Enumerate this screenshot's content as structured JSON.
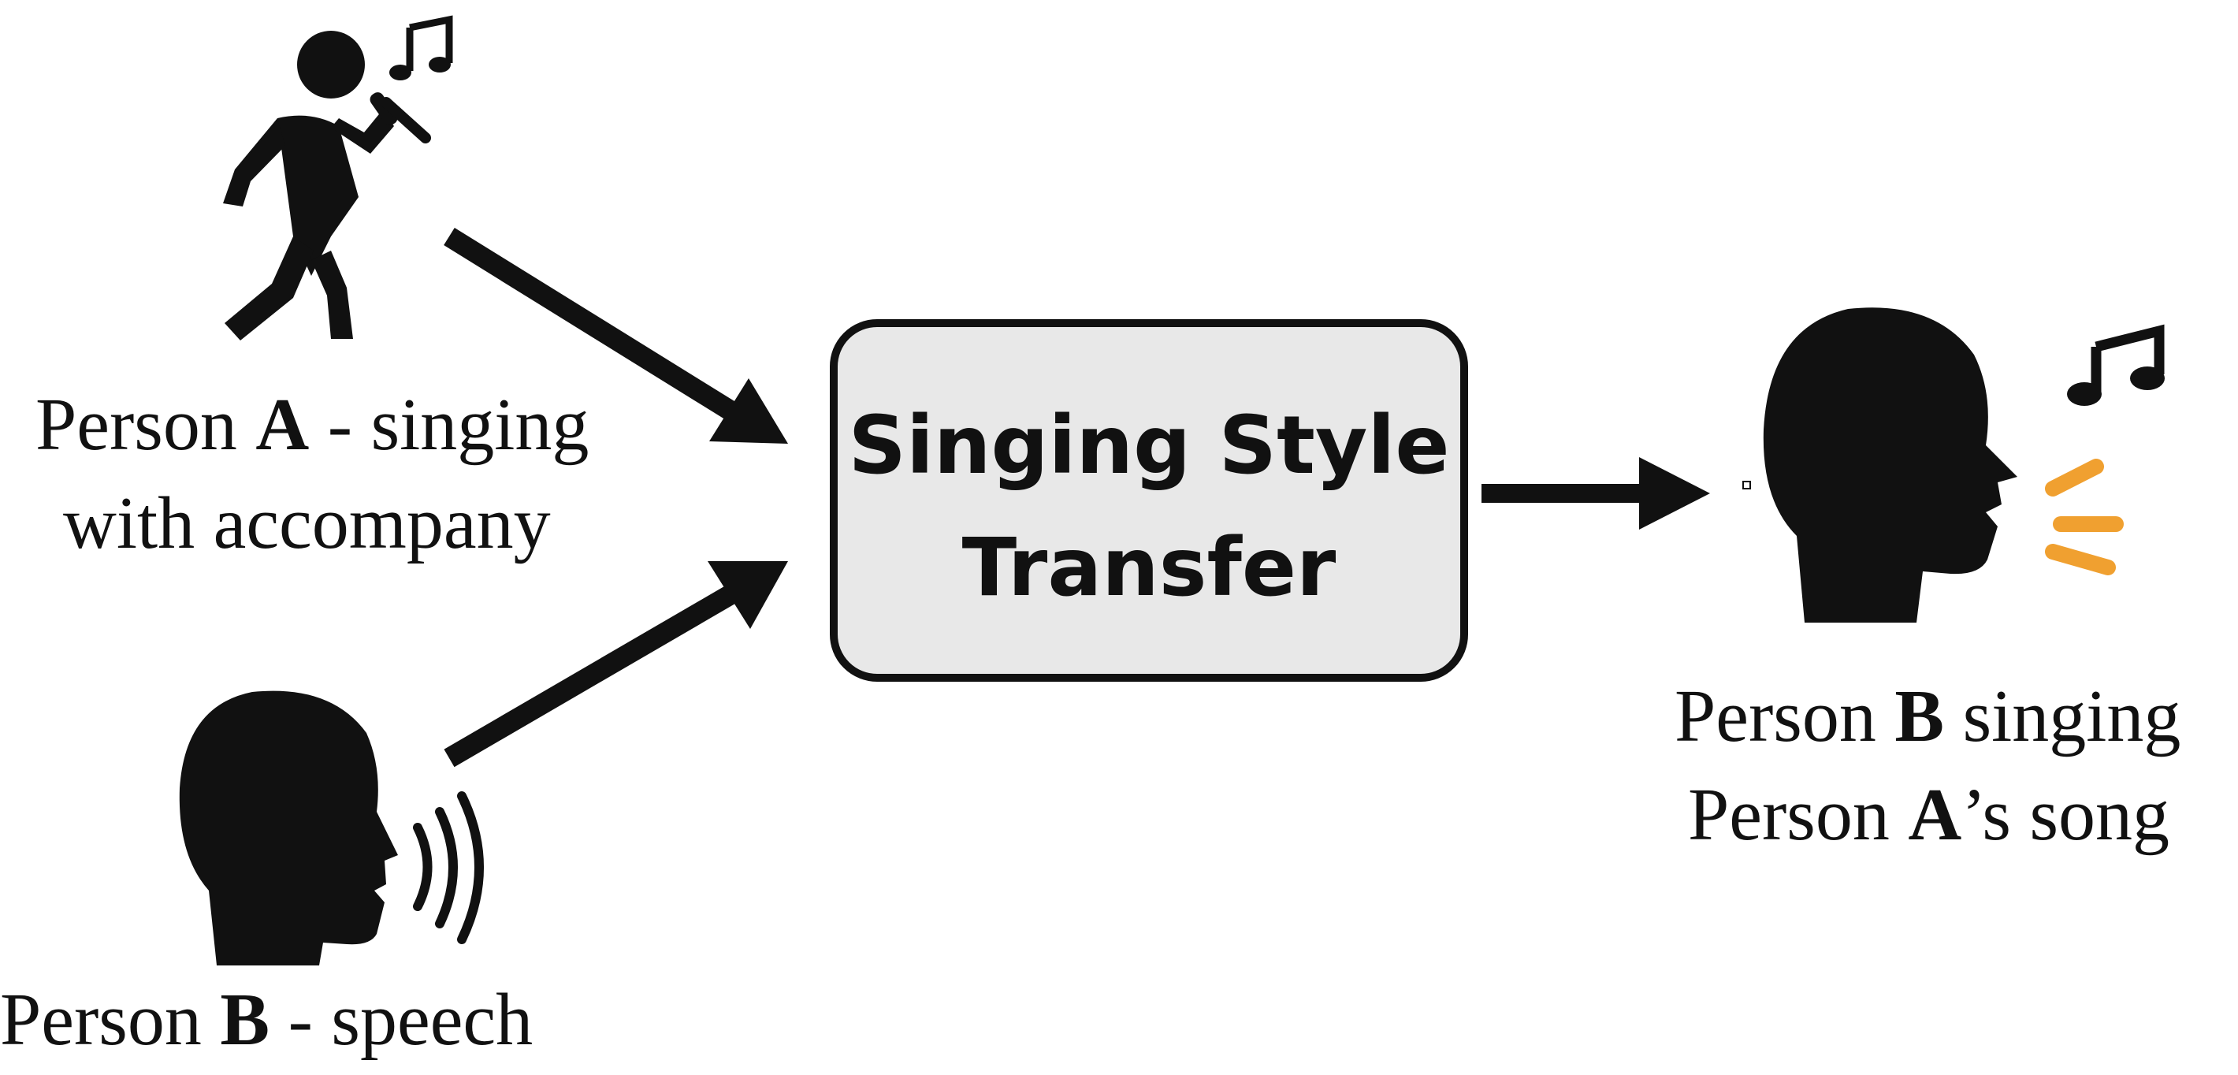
{
  "inputs": {
    "person_a": {
      "name": "Person",
      "id": "A",
      "suffix": " - singing",
      "line2": "with accompany"
    },
    "person_b": {
      "name": "Person",
      "id": "B",
      "suffix": " - speech"
    }
  },
  "process_box": {
    "line1": "Singing Style",
    "line2": "Transfer"
  },
  "output": {
    "line1_name": "Person",
    "line1_id": "B",
    "line1_suffix": " singing",
    "line2_name": "Person",
    "line2_id": "A",
    "line2_suffix": "’s song"
  },
  "icons": {
    "singer": "singer-with-microphone-icon",
    "speaker": "speaking-head-icon",
    "output_singer": "singing-head-icon",
    "note": "music-note-icon"
  },
  "colors": {
    "box_fill": "#e8e8e8",
    "accent": "#f0a030",
    "ink": "#111111"
  }
}
